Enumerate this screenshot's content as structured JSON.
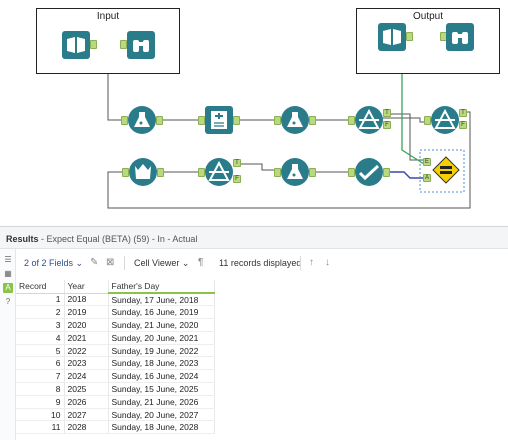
{
  "workflow": {
    "containers": [
      {
        "title": "Input"
      },
      {
        "title": "Output"
      }
    ],
    "anchor_labels": {
      "true": "T",
      "false": "F",
      "expected": "E",
      "actual": "A"
    },
    "colors": {
      "tool": "#2a7c8a",
      "anchor": "#b9d97e",
      "connection": "#555555",
      "highlight_connection": "#3aa65b",
      "blue_connection": "#3848a8",
      "test_tool": "#f5d000"
    }
  },
  "results": {
    "title": "Results",
    "subtitle": " - Expect Equal (BETA) (59) - In - Actual",
    "toolbar": {
      "fields_label": "2 of 2 Fields",
      "viewer_label": "Cell Viewer",
      "records_label": "11 records displayed"
    },
    "columns": [
      "Record",
      "Year",
      "Father's Day"
    ],
    "rows": [
      [
        "1",
        "2018",
        "Sunday, 17 June, 2018"
      ],
      [
        "2",
        "2019",
        "Sunday, 16 June, 2019"
      ],
      [
        "3",
        "2020",
        "Sunday, 21 June, 2020"
      ],
      [
        "4",
        "2021",
        "Sunday, 20 June, 2021"
      ],
      [
        "5",
        "2022",
        "Sunday, 19 June, 2022"
      ],
      [
        "6",
        "2023",
        "Sunday, 18 June, 2023"
      ],
      [
        "7",
        "2024",
        "Sunday, 16 June, 2024"
      ],
      [
        "8",
        "2025",
        "Sunday, 15 June, 2025"
      ],
      [
        "9",
        "2026",
        "Sunday, 21 June, 2026"
      ],
      [
        "10",
        "2027",
        "Sunday, 20 June, 2027"
      ],
      [
        "11",
        "2028",
        "Sunday, 18 June, 2028"
      ]
    ]
  }
}
